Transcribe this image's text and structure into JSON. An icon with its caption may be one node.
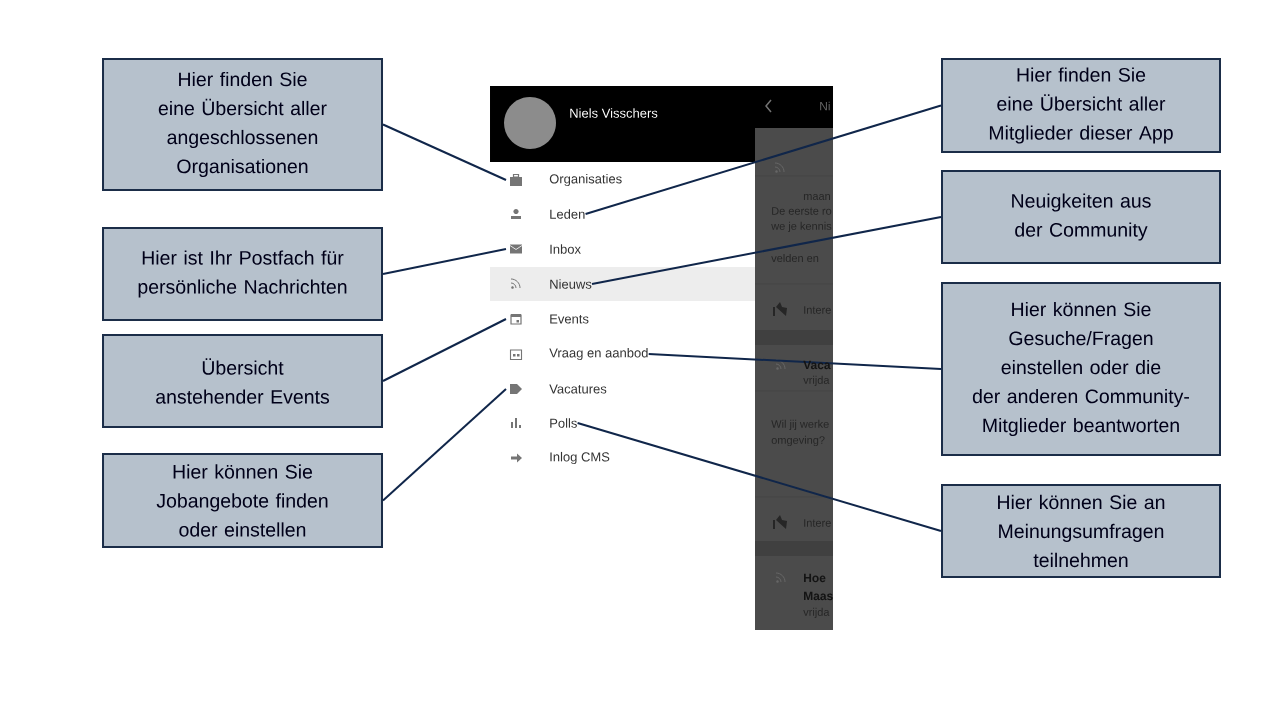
{
  "diagram": {
    "nodes": [
      {
        "text": [
          "Hier finden Sie eine Übersicht aller angeschlossenen Organisationen"
        ]
      },
      {
        "text": [
          "Hier finden Sie eine Übersicht aller Mitglieder dieser App"
        ]
      },
      {
        "text": [
          "Neuigkeiten aus der Community"
        ]
      },
      {
        "text": [
          "Hier ist Ihr Postfach für persönliche Nachrichten"
        ]
      },
      {
        "text": [
          "Übersicht anstehender Events"
        ]
      },
      {
        "text": [
          "Hier können Sie Gesuche/Fragen einstellen oder die der anderen Community-Mitglieder beantworten"
        ]
      },
      {
        "text": [
          "Hier können Sie Jobangebote finden oder einstellen"
        ]
      },
      {
        "text": [
          "Hier können Sie an Meinungsumfragen teilnehmen"
        ]
      },
      {
        "text": [
          "Organisaties"
        ]
      },
      {
        "text": [
          "Leden"
        ]
      },
      {
        "text": [
          "Inbox"
        ]
      },
      {
        "text": [
          "Nieuws"
        ]
      },
      {
        "text": [
          "Events"
        ]
      },
      {
        "text": [
          "Vraag en aanbod"
        ]
      },
      {
        "text": [
          "Vacatures"
        ]
      },
      {
        "text": [
          "Polls"
        ]
      },
      {
        "text": [
          "Inlog CMS"
        ]
      }
    ],
    "edges": [
      {
        "from": 0,
        "to": 8,
        "arrow": "none"
      },
      {
        "from": 1,
        "to": 9,
        "arrow": "none"
      },
      {
        "from": 2,
        "to": 11,
        "arrow": "none"
      },
      {
        "from": 3,
        "to": 10,
        "arrow": "none"
      },
      {
        "from": 4,
        "to": 12,
        "arrow": "none"
      },
      {
        "from": 5,
        "to": 13,
        "arrow": "none"
      },
      {
        "from": 6,
        "to": 14,
        "arrow": "none"
      },
      {
        "from": 7,
        "to": 15,
        "arrow": "none"
      }
    ],
    "labels": [
      "Niels Visschers",
      "Ni",
      "maan",
      "De eerste ro",
      "we je kennis",
      "velden en",
      "Intere",
      "Vaca",
      "vrijda",
      "Wil jij werke",
      "omgeving?",
      "Intere",
      "Hoe",
      "Maas",
      "vrijda"
    ]
  }
}
